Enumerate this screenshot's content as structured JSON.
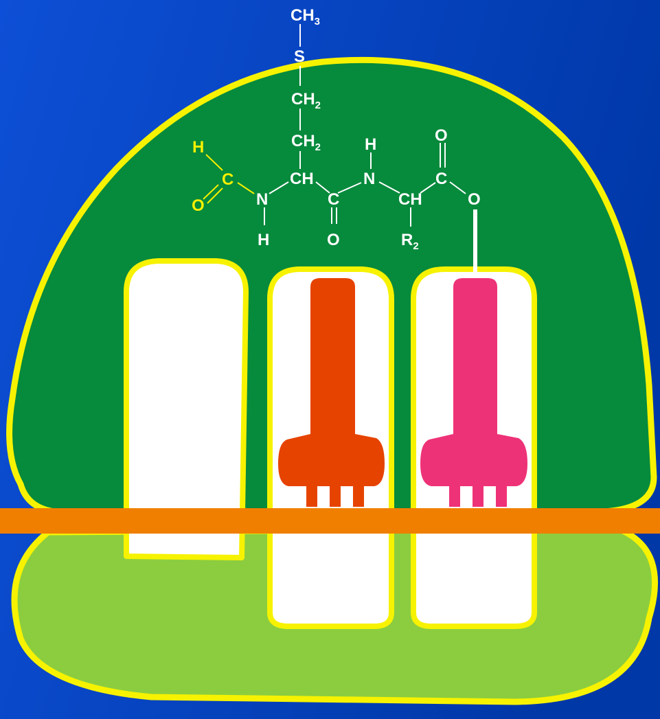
{
  "colors": {
    "background_start": "#0d4fd6",
    "background_end": "#0038a8",
    "large_subunit": "#068a3c",
    "small_subunit": "#8ccd3f",
    "outline": "#f6f200",
    "site_fill": "#ffffff",
    "mrna": "#f07f00",
    "trna_p_site": "#e64300",
    "trna_a_site": "#ee3277",
    "bond_line": "#ffffff",
    "formyl_group": "#f4f000"
  },
  "molecule": {
    "methyl": {
      "main": "CH",
      "sub": "3"
    },
    "sulfur": "S",
    "methylene_1": {
      "main": "CH",
      "sub": "2"
    },
    "methylene_2": {
      "main": "CH",
      "sub": "2"
    },
    "formyl_h": "H",
    "formyl_c": "C",
    "formyl_o": "O",
    "amide_n_1": "N",
    "amide_h_1": "H",
    "alpha_c_1": "CH",
    "carbonyl_c_1": "C",
    "carbonyl_o_1": "O",
    "amide_h_2": "H",
    "amide_n_2": "N",
    "alpha_c_2": "CH",
    "side_chain": {
      "main": "R",
      "sub": "2"
    },
    "carbonyl_o_2": "O",
    "carbonyl_c_2": "C",
    "ester_o": "O"
  }
}
